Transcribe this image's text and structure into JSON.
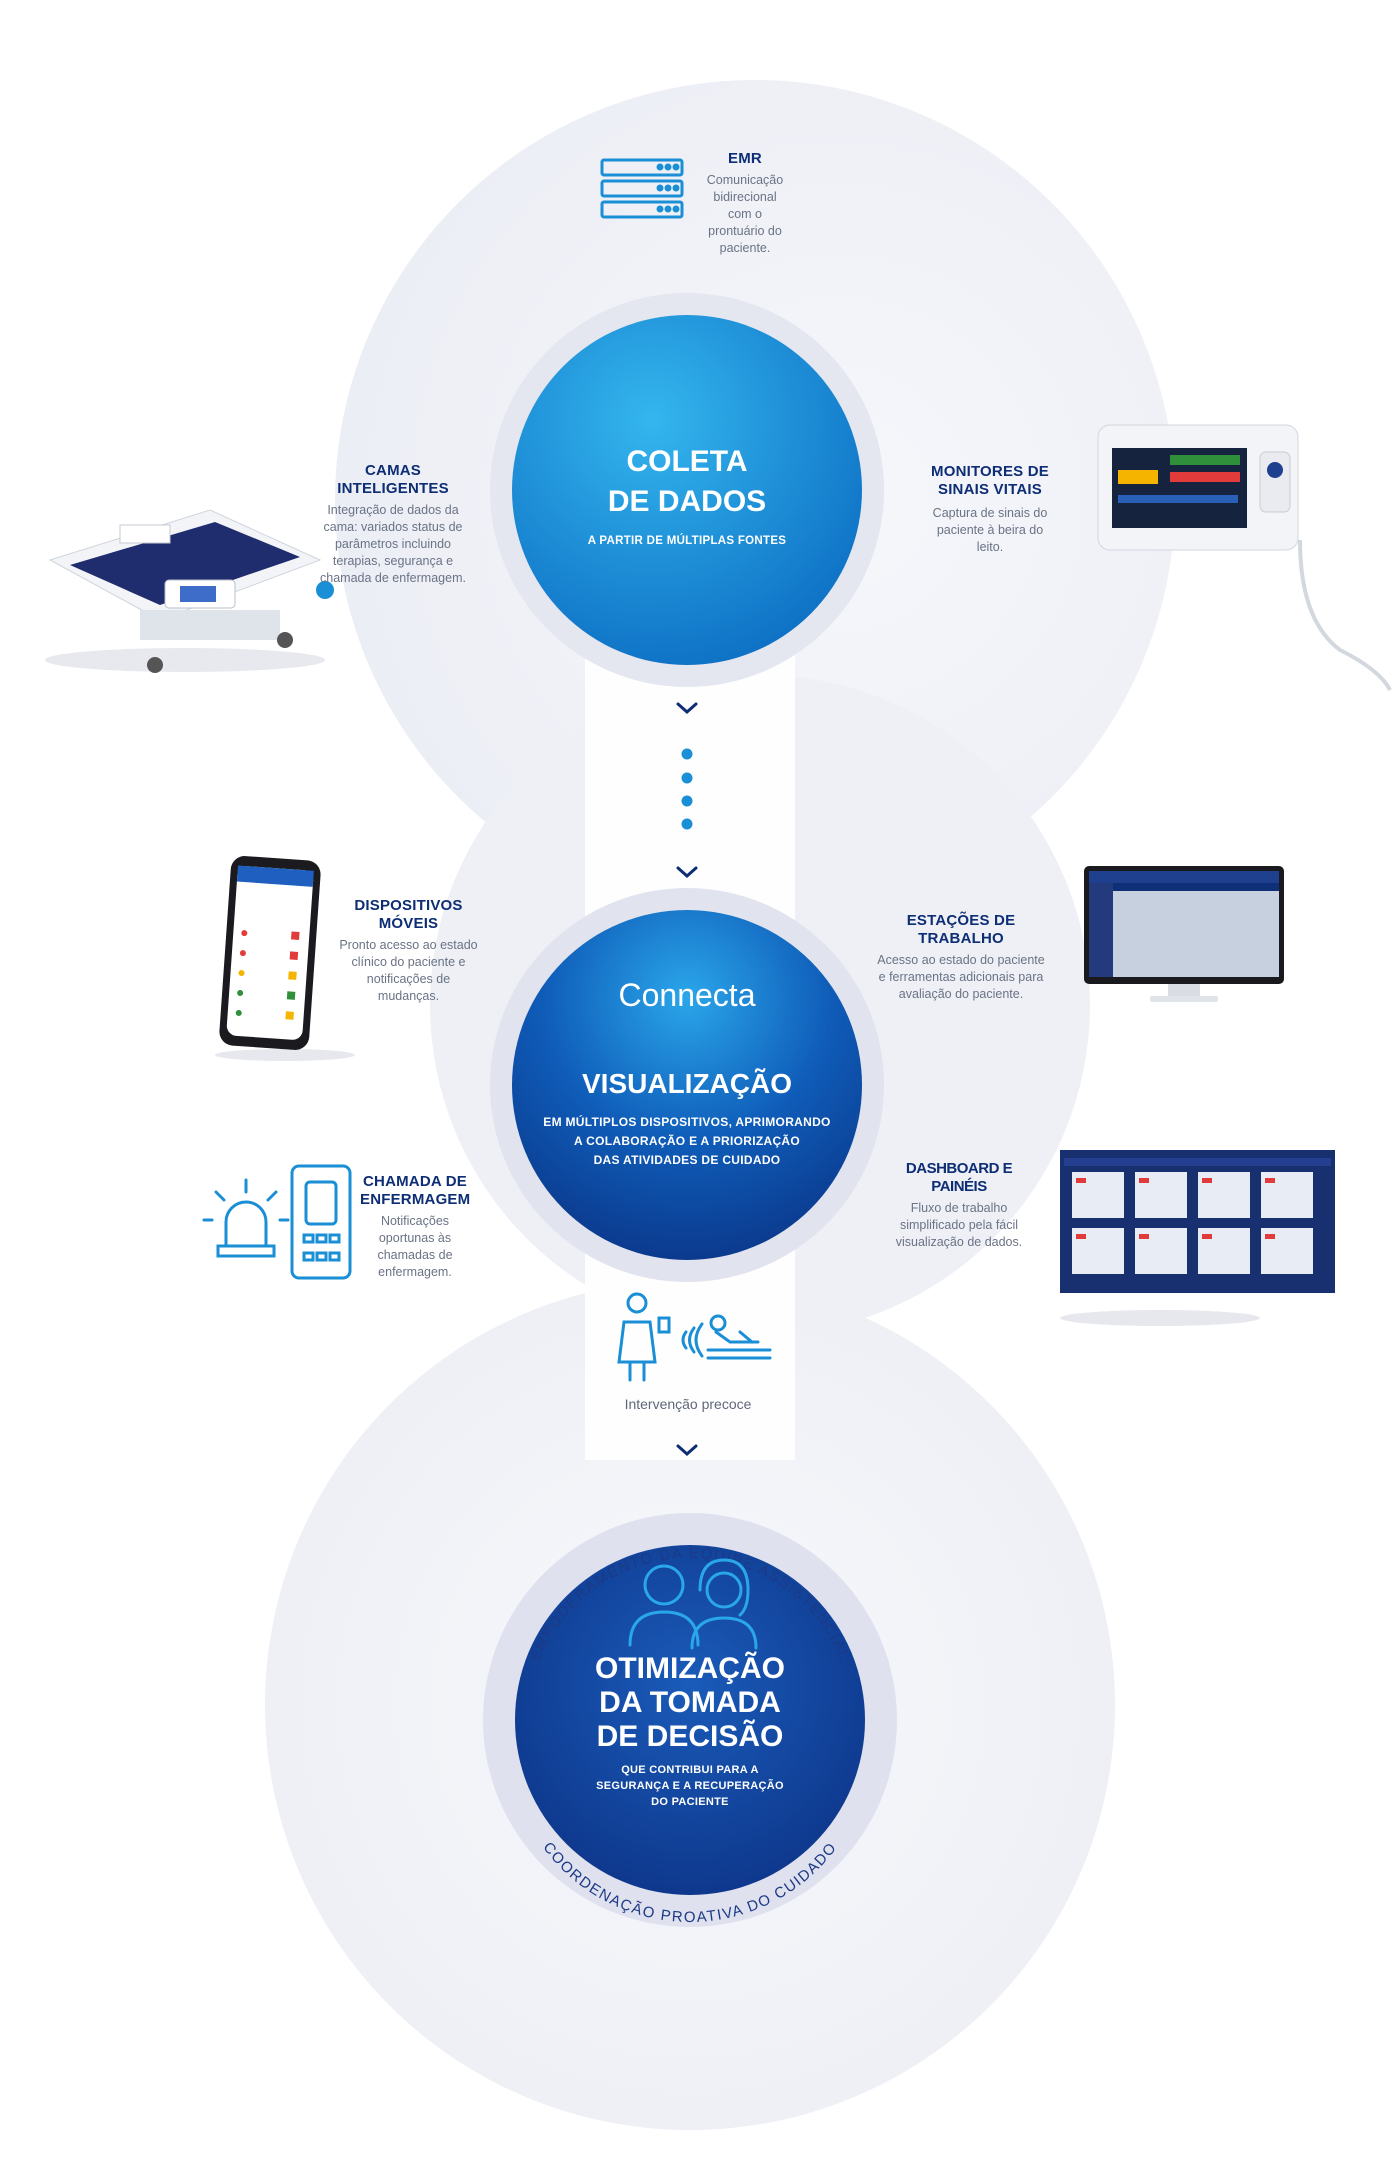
{
  "emr": {
    "title": "EMR",
    "desc": "Comunicação bidirecional com o prontuário do paciente."
  },
  "beds": {
    "title": "CAMAS INTELIGENTES",
    "desc": "Integração de dados da cama: variados status de parâmetros incluindo terapias, segurança e chamada de enfermagem."
  },
  "monitors": {
    "title": "MONITORES DE SINAIS VITAIS",
    "desc": "Captura de sinais do paciente à beira do leito."
  },
  "collect": {
    "title_line1": "COLETA",
    "title_line2": "DE DADOS",
    "sub": "A PARTIR DE MÚLTIPLAS FONTES"
  },
  "mobile": {
    "title": "DISPOSITIVOS MÓVEIS",
    "desc": "Pronto acesso ao estado clínico do paciente e notificações de mudanças."
  },
  "workstations": {
    "title": "ESTAÇÕES DE TRABALHO",
    "desc": "Acesso ao estado do paciente e ferramentas adicionais para avaliação do paciente."
  },
  "visual": {
    "brand": "Connecta",
    "title": "VISUALIZAÇÃO",
    "sub_line1": "EM MÚLTIPLOS DISPOSITIVOS, APRIMORANDO",
    "sub_line2": "A COLABORAÇÃO E A PRIORIZAÇÃO",
    "sub_line3": "DAS ATIVIDADES DE CUIDADO"
  },
  "nursecall": {
    "title": "CHAMADA DE ENFERMAGEM",
    "desc": "Notificações oportunas às chamadas de enfermagem."
  },
  "dashboard": {
    "title": "DASHBOARD E PAINÉIS",
    "desc": "Fluxo de trabalho simplificado pela fácil visualização de dados."
  },
  "early": {
    "label": "Intervenção precoce"
  },
  "optimize": {
    "title_line1": "OTIMIZAÇÃO",
    "title_line2": "DA TOMADA",
    "title_line3": "DE DECISÃO",
    "sub_line1": "QUE CONTRIBUI PARA A",
    "sub_line2": "SEGURANÇA E A RECUPERAÇÃO",
    "sub_line3": "DO PACIENTE",
    "ring_top": "EMPODERAMENTO DA EQUIPE ASSISTENCIAL",
    "ring_bottom": "COORDENAÇÃO PROATIVA DO CUIDADO"
  },
  "colors": {
    "navy": "#0d2d74",
    "blue": "#1a8fd6",
    "ring": "#e1e3ee"
  }
}
